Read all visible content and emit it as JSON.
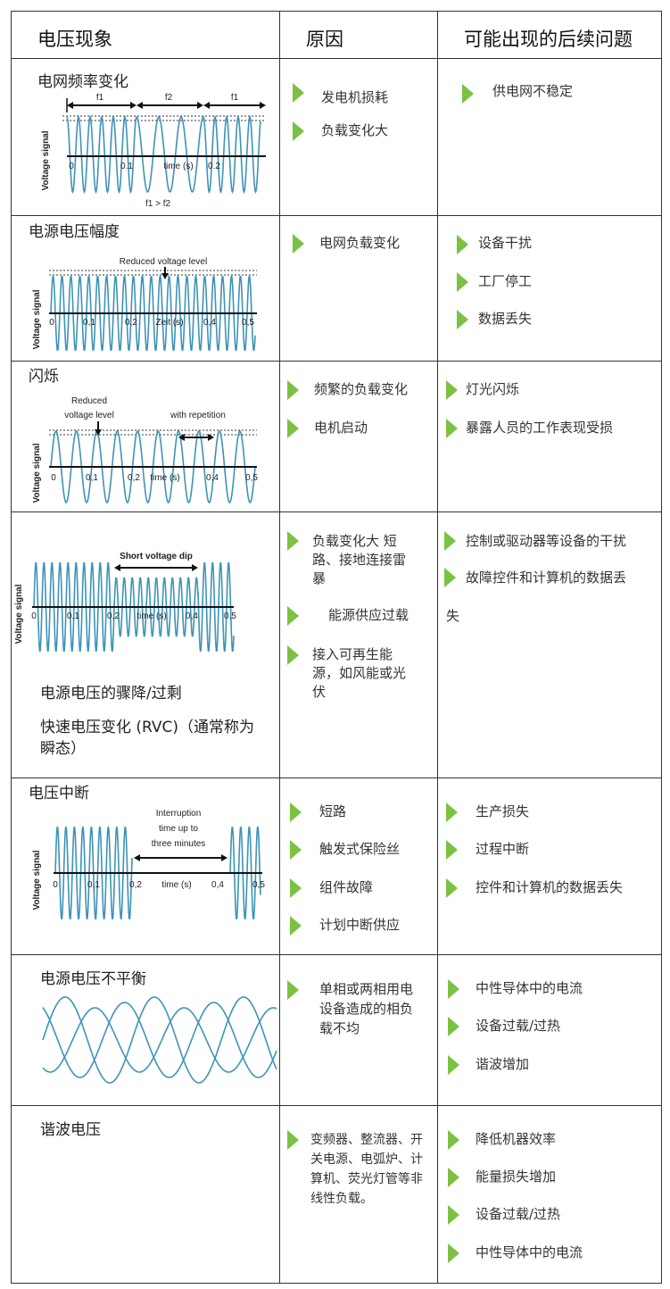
{
  "header": {
    "phenomenon": "电压现象",
    "cause": "原因",
    "consequence": "可能出现的后续问题"
  },
  "colors": {
    "wave": "#3e93b8",
    "bullet": "#7cc242"
  },
  "rows": [
    {
      "title": "电网频率变化",
      "causes": [
        "发电机损耗",
        "负载变化大"
      ],
      "consequences": [
        "供电网不稳定"
      ],
      "chart": {
        "ylabel": "Voltage signal",
        "ticks": [
          "0",
          "0.1",
          "time (s)",
          "0.2"
        ],
        "labels": [
          "f1",
          "f2",
          "f1",
          "f1 > f2"
        ]
      }
    },
    {
      "title": "电源电压幅度",
      "causes": [
        "电网负载变化"
      ],
      "consequences": [
        "设备干扰",
        "工厂停工",
        "数据丢失"
      ],
      "chart": {
        "ylabel": "Voltage signal",
        "ticks": [
          "0",
          "0,1",
          "0,2",
          "Zeit (s)",
          "0,4",
          "0,5"
        ],
        "labels": [
          "Reduced voltage level"
        ]
      }
    },
    {
      "title": "闪烁",
      "causes": [
        "频繁的负载变化",
        "电机启动"
      ],
      "consequences": [
        "灯光闪烁",
        "暴露人员的工作表现受损"
      ],
      "chart": {
        "ylabel": "Voltage signal",
        "ticks": [
          "0",
          "0,1",
          "0,2",
          "time (s)",
          "0,4",
          "0,5"
        ],
        "labels": [
          "Reduced",
          "voltage level",
          "with repetition"
        ]
      }
    },
    {
      "title": "电源电压的骤降/过剩",
      "subtitle": "快速电压变化 (RVC)（通常称为 瞬态）",
      "causes": [
        "负载变化大 短路、接地连接雷暴",
        "能源供应过载",
        "接入可再生能源，如风能或光伏"
      ],
      "consequences": [
        "控制或驱动器等设备的干扰",
        "故障控件和计算机的数据丢",
        "失"
      ],
      "chart": {
        "ylabel": "Voltage signal",
        "ticks": [
          "0",
          "0,1",
          "0,2",
          "time (s)",
          "0,4",
          "0,5"
        ],
        "labels": [
          "Short voltage dip"
        ]
      }
    },
    {
      "title": "电压中断",
      "causes": [
        "短路",
        "触发式保险丝",
        "组件故障",
        "计划中断供应"
      ],
      "consequences": [
        "生产损失",
        "过程中断",
        "控件和计算机的数据丢失"
      ],
      "chart": {
        "ylabel": "Voltage signal",
        "ticks": [
          "0",
          "0,1",
          "0,2",
          "time (s)",
          "0,4",
          "0,5"
        ],
        "labels": [
          "Interruption",
          "time up to",
          "three minutes"
        ]
      }
    },
    {
      "title": "电源电压不平衡",
      "causes": [
        "单相或两相用电设备造成的相负载不均"
      ],
      "consequences": [
        "中性导体中的电流",
        "设备过载/过热",
        "谐波增加"
      ]
    },
    {
      "title": "谐波电压",
      "causes": [
        "变频器、整流器、开关电源、电弧炉、计算机、荧光灯管等非线性负载。"
      ],
      "consequences": [
        "降低机器效率",
        "能量损失增加",
        "设备过载/过热",
        "中性导体中的电流"
      ]
    }
  ]
}
